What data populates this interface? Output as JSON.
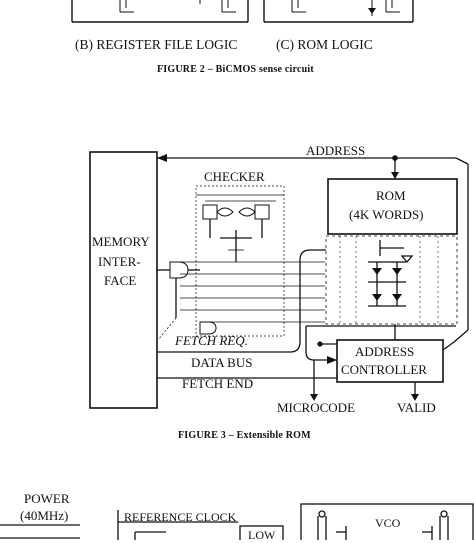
{
  "top_figure": {
    "subcaption_b": "(B) REGISTER FILE LOGIC",
    "subcaption_c": "(C) ROM LOGIC",
    "caption": "FIGURE 2 – BiCMOS sense circuit"
  },
  "figure3": {
    "labels": {
      "address": "ADDRESS",
      "checker": "CHECKER",
      "rom_line1": "ROM",
      "rom_line2": "(4K WORDS)",
      "memory_line1": "MEMORY",
      "memory_line2": "INTER-",
      "memory_line3": "FACE",
      "fetch_req": "FETCH REQ.",
      "data_bus": "DATA BUS",
      "fetch_end": "FETCH END",
      "addr_ctrl_line1": "ADDRESS",
      "addr_ctrl_line2": "CONTROLLER",
      "microcode": "MICROCODE",
      "valid": "VALID"
    },
    "caption": "FIGURE 3 – Extensible ROM"
  },
  "bottom_figure": {
    "power_line1": "POWER",
    "power_line2": "(40MHz)",
    "reference_clock": "REFERENCE CLOCK",
    "low": "LOW",
    "vco": "VCO"
  }
}
